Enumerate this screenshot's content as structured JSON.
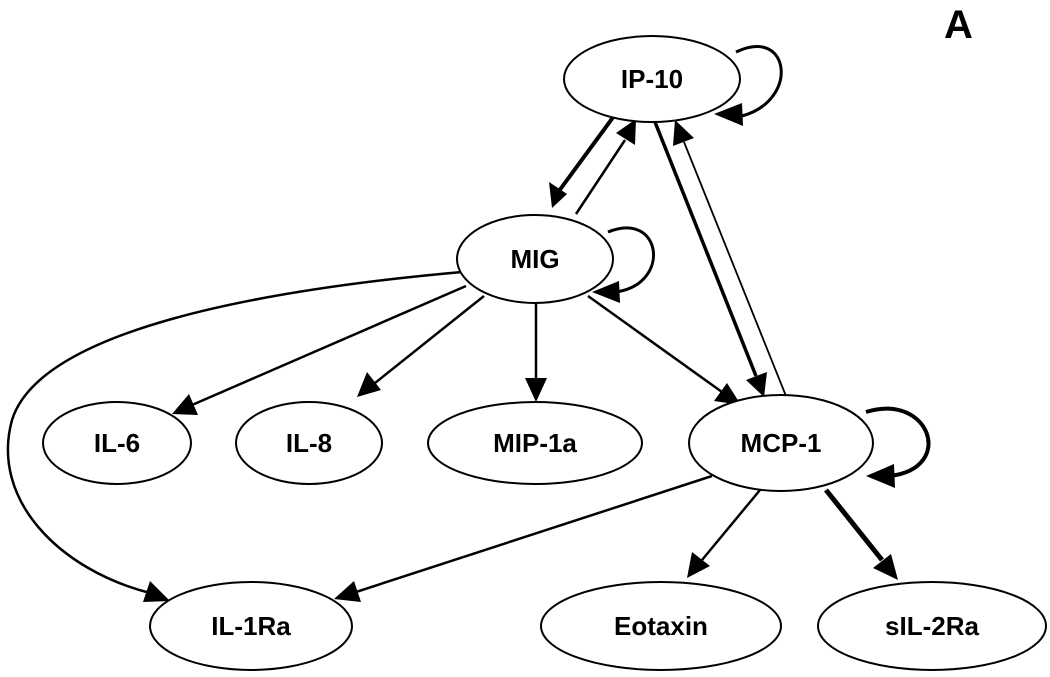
{
  "panel_label": "A",
  "nodes": {
    "ip10": "IP-10",
    "mig": "MIG",
    "il6": "IL-6",
    "il8": "IL-8",
    "mip1a": "MIP-1a",
    "mcp1": "MCP-1",
    "il1ra": "IL-1Ra",
    "eotaxin": "Eotaxin",
    "sil2ra": "sIL-2Ra"
  },
  "edges": [
    {
      "from": "IP-10",
      "to": "IP-10",
      "weight": "medium"
    },
    {
      "from": "IP-10",
      "to": "MIG",
      "weight": "thick"
    },
    {
      "from": "MIG",
      "to": "IP-10",
      "weight": "medium"
    },
    {
      "from": "IP-10",
      "to": "MCP-1",
      "weight": "thick"
    },
    {
      "from": "MCP-1",
      "to": "IP-10",
      "weight": "thin"
    },
    {
      "from": "MIG",
      "to": "MIG",
      "weight": "medium"
    },
    {
      "from": "MIG",
      "to": "IL-6",
      "weight": "medium"
    },
    {
      "from": "MIG",
      "to": "IL-8",
      "weight": "medium"
    },
    {
      "from": "MIG",
      "to": "MIP-1a",
      "weight": "medium"
    },
    {
      "from": "MIG",
      "to": "MCP-1",
      "weight": "medium"
    },
    {
      "from": "MIG",
      "to": "IL-1Ra",
      "weight": "medium"
    },
    {
      "from": "MCP-1",
      "to": "MCP-1",
      "weight": "thick"
    },
    {
      "from": "MCP-1",
      "to": "IL-1Ra",
      "weight": "medium"
    },
    {
      "from": "MCP-1",
      "to": "Eotaxin",
      "weight": "medium"
    },
    {
      "from": "MCP-1",
      "to": "sIL-2Ra",
      "weight": "thick"
    }
  ]
}
